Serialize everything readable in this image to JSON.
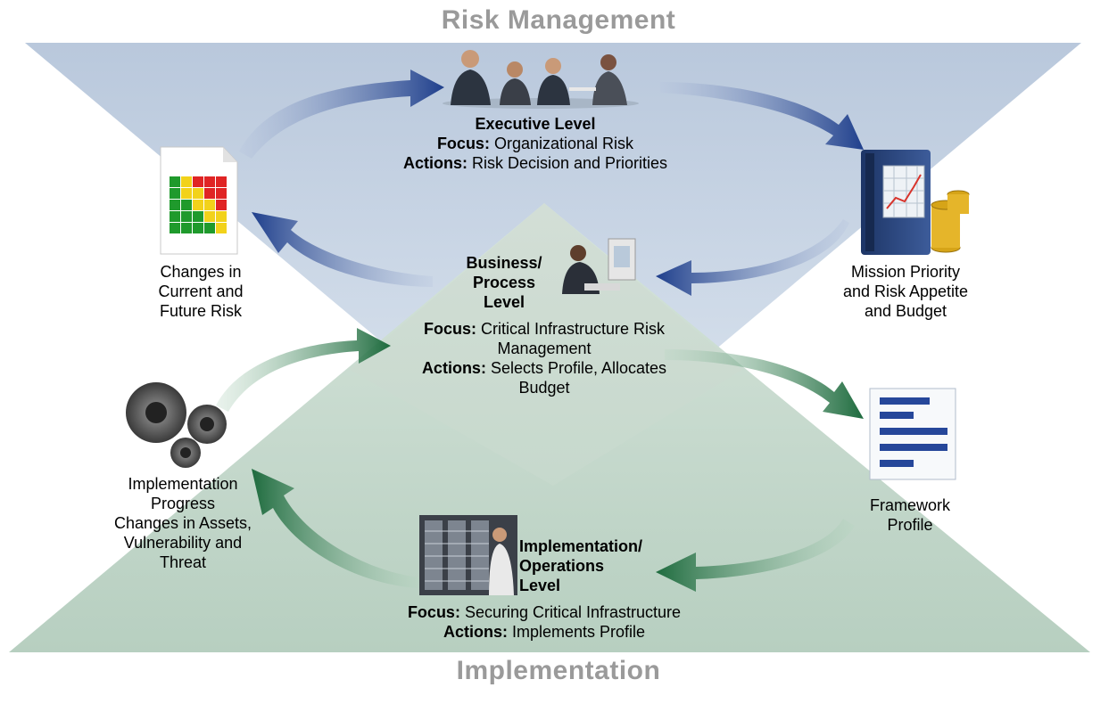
{
  "banners": {
    "top": "Risk Management",
    "bottom": "Implementation"
  },
  "executive": {
    "title": "Executive Level",
    "focus_label": "Focus:",
    "focus_value": "Organizational Risk",
    "actions_label": "Actions:",
    "actions_value": "Risk Decision and Priorities"
  },
  "business": {
    "title_line1": "Business/",
    "title_line2": "Process",
    "title_line3": "Level",
    "focus_label": "Focus:",
    "focus_value_line1": "Critical Infrastructure Risk",
    "focus_value_line2": "Management",
    "actions_label": "Actions:",
    "actions_value_line1": "Selects Profile, Allocates",
    "actions_value_line2": "Budget"
  },
  "implementation_level": {
    "title_line1": "Implementation/",
    "title_line2": "Operations",
    "title_line3": "Level",
    "focus_label": "Focus:",
    "focus_value": "Securing Critical Infrastructure",
    "actions_label": "Actions:",
    "actions_value": "Implements Profile"
  },
  "nodes": {
    "changes_risk": [
      "Changes in",
      "Current and",
      "Future Risk"
    ],
    "mission": [
      "Mission Priority",
      "and Risk Appetite",
      "and Budget"
    ],
    "framework": [
      "Framework",
      "Profile"
    ],
    "progress": [
      "Implementation",
      "Progress",
      "Changes in Assets,",
      "Vulnerability and",
      "Threat"
    ]
  },
  "colors": {
    "top_triangle": "#c9d6e6",
    "bottom_triangle": "#c3d7cc",
    "blue_arrow": "#2f4f96",
    "green_arrow": "#2e7a4c",
    "banner_text": "#9a9a9a"
  },
  "icons": {
    "executives": "people-meeting-icon",
    "heatmap": "risk-heatmap-document-icon",
    "binder": "financial-binder-with-coins-icon",
    "business_person": "person-at-computer-icon",
    "gears": "gears-icon",
    "profile": "framework-profile-document-icon",
    "server_room": "server-rack-technician-icon"
  }
}
